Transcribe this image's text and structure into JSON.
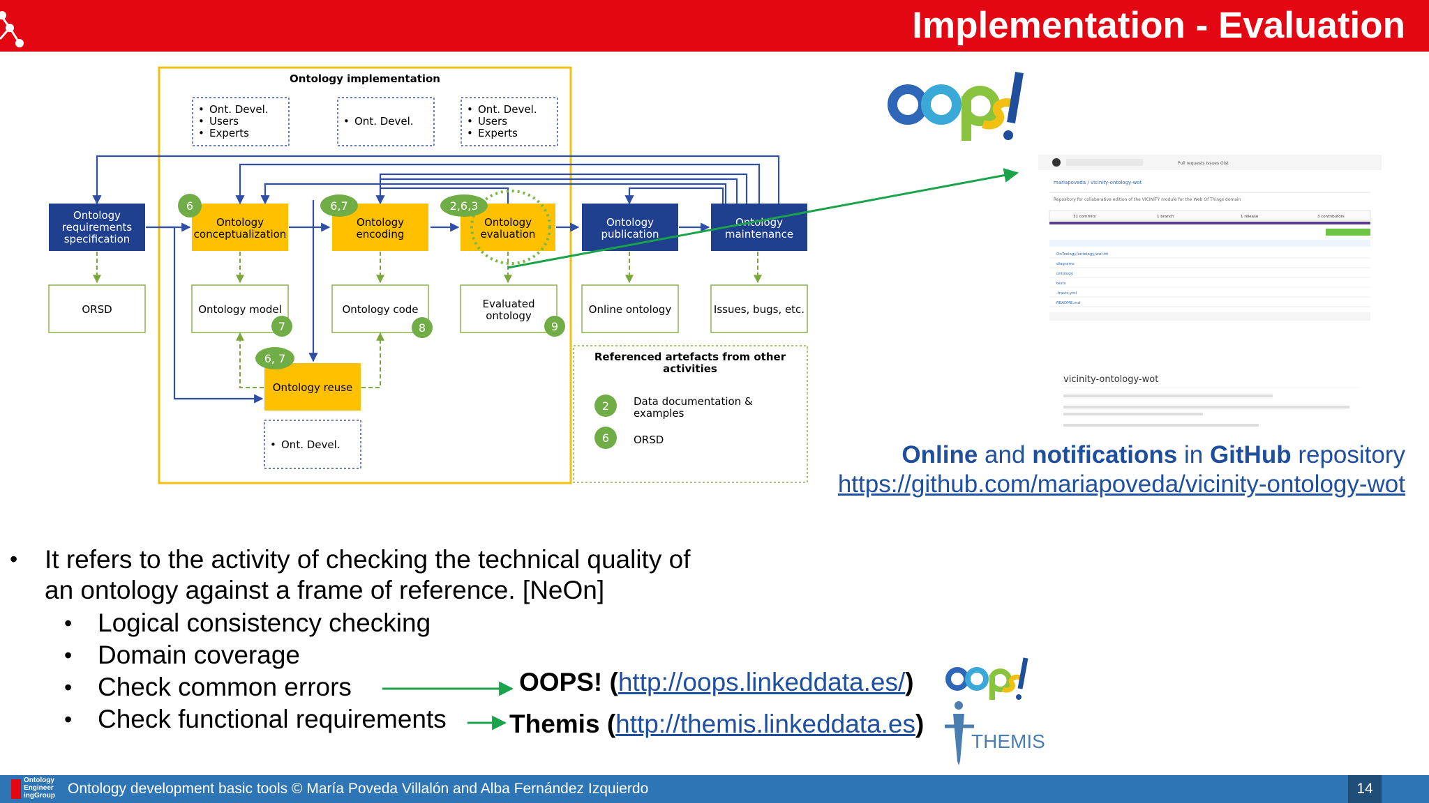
{
  "header": {
    "title": "Implementation - Evaluation"
  },
  "diagram": {
    "implementation_title": "Ontology implementation",
    "actor_boxes": [
      [
        "Ont. Devel.",
        "Users",
        "Experts"
      ],
      [
        "Ont. Devel."
      ],
      [
        "Ont. Devel.",
        "Users",
        "Experts"
      ],
      [
        "Ont. Devel."
      ]
    ],
    "activities": {
      "ors": [
        "Ontology",
        "requirements",
        "specification"
      ],
      "conceptualization": [
        "Ontology",
        "conceptualization"
      ],
      "encoding": [
        "Ontology",
        "encoding"
      ],
      "evaluation": [
        "Ontology",
        "evaluation"
      ],
      "publication": [
        "Ontology",
        "publication"
      ],
      "maintenance": [
        "Ontology",
        "maintenance"
      ],
      "reuse": [
        "Ontology reuse"
      ]
    },
    "outputs": {
      "orsd": "ORSD",
      "model": "Ontology model",
      "code": "Ontology code",
      "evaluated": [
        "Evaluated",
        "ontology"
      ],
      "online": "Online ontology",
      "issues": "Issues, bugs, etc."
    },
    "badges": {
      "conceptualization": "6",
      "encoding": "6,7",
      "evaluation": "2,6,3",
      "reuse": "6, 7",
      "model": "7",
      "code": "8",
      "evaluated": "9"
    },
    "referenced": {
      "title": [
        "Referenced artefacts from other",
        "activities"
      ],
      "items": [
        {
          "num": "2",
          "text": [
            "Data documentation &",
            "examples"
          ]
        },
        {
          "num": "6",
          "text": [
            "ORSD"
          ]
        }
      ]
    }
  },
  "github_screenshot": {
    "repo": "mariapoveda / vicinity-ontology-wot",
    "description": "Repository for collaborative edition of the VICINITY module for the Web Of Things domain",
    "stats": [
      "31 commits",
      "1 branch",
      "1 release",
      "3 contributors"
    ],
    "files": [
      "OnToology/ontology/wot.ttl",
      "diagrams",
      "ontology",
      "tests",
      ".travis.yml",
      "README.md"
    ],
    "readme_title": "vicinity-ontology-wot"
  },
  "github_caption": {
    "online": "Online",
    "and": " and ",
    "notifications": "notifications",
    "in": " in ",
    "github": "GitHub",
    "repository": " repository",
    "url": "https://github.com/mariapoveda/vicinity-ontology-wot"
  },
  "bullets": {
    "main_line1": "It refers to the activity of checking the technical quality of",
    "main_line2": "an ontology against a frame of reference. [NeOn]",
    "sub": [
      "Logical consistency checking",
      "Domain coverage",
      "Check common errors",
      "Check functional requirements"
    ]
  },
  "tools": {
    "oops_name": "OOPS!",
    "oops_url": "http://oops.linkeddata.es/",
    "themis_name": "Themis",
    "themis_url": "http://themis.linkeddata.es",
    "themis_logo_text": "THEMIS",
    "oops_logo_text": "oops!"
  },
  "footer": {
    "text": "Ontology development basic tools  © María Poveda Villalón  and Alba Fernández Izquierdo",
    "page": "14",
    "logo_lines": [
      "Ontology",
      "Engineer",
      "ingGroup"
    ]
  },
  "colors": {
    "red": "#e30613",
    "activity_blue": "#1f3f8f",
    "activity_yellow": "#ffc000",
    "badge_green": "#70ad47",
    "arrow_green": "#1aa34a",
    "footer_blue": "#2e75b6"
  }
}
